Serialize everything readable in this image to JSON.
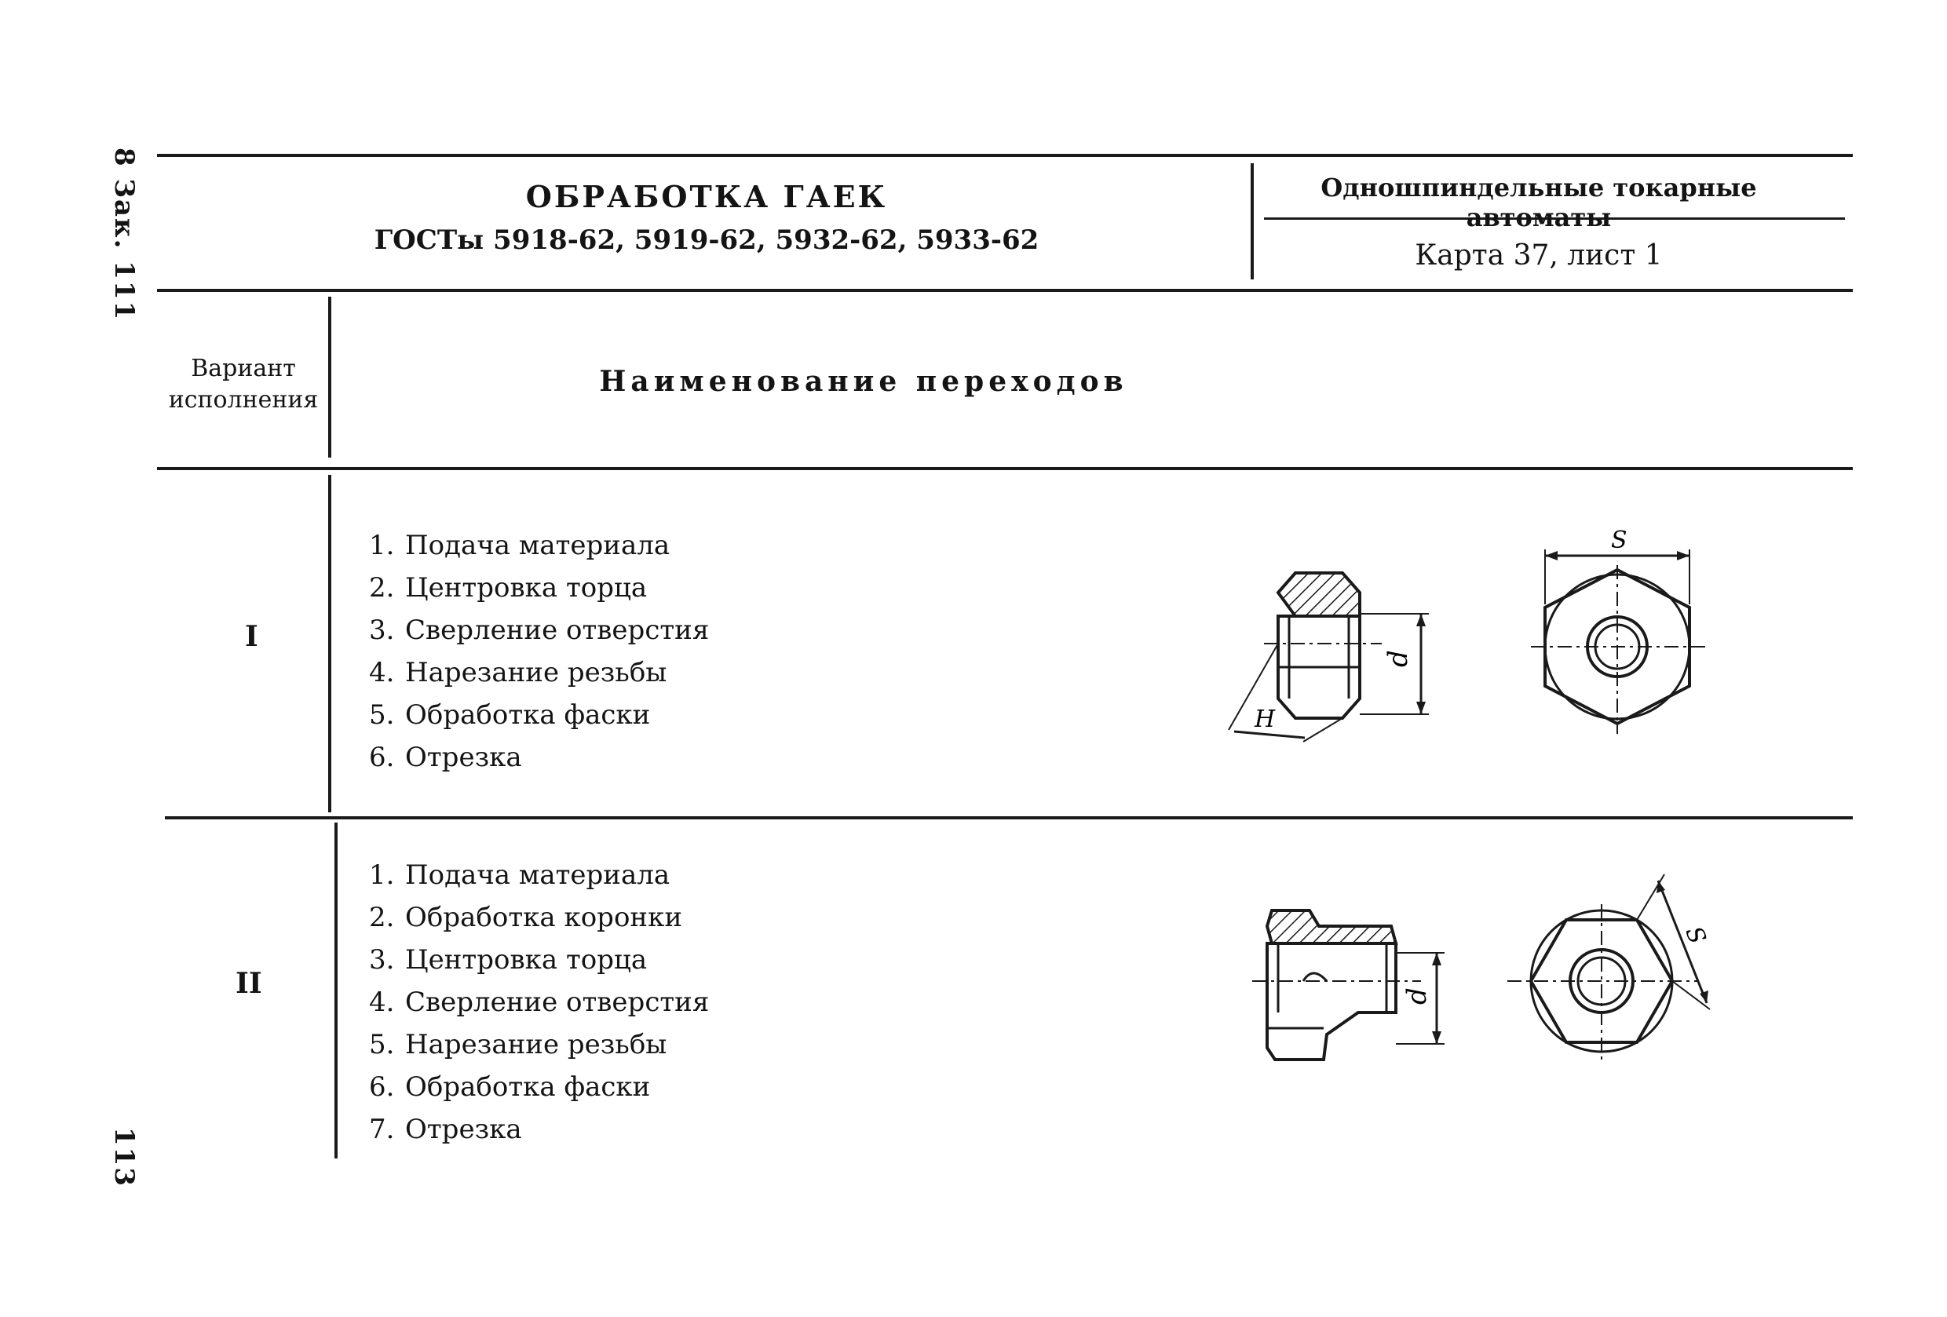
{
  "margin": {
    "top_text": "8 Зак. 111",
    "page_number": "113"
  },
  "header": {
    "title": "ОБРАБОТКА ГАЕК",
    "standards": "ГОСТы 5918-62, 5919-62, 5932-62, 5933-62",
    "machine": "Одношпиндельные токарные автоматы",
    "card": "Карта 37, лист 1"
  },
  "columns": {
    "variant_line1": "Вариант",
    "variant_line2": "исполнения",
    "operations": "Наименование переходов"
  },
  "variants": [
    {
      "id": "I",
      "steps": [
        {
          "n": "1.",
          "text": "Подача материала"
        },
        {
          "n": "2.",
          "text": "Центровка торца"
        },
        {
          "n": "3.",
          "text": "Сверление отверстия"
        },
        {
          "n": "4.",
          "text": "Нарезание резьбы"
        },
        {
          "n": "5.",
          "text": "Обработка фаски"
        },
        {
          "n": "6.",
          "text": "Отрезка"
        }
      ],
      "dims": {
        "width": "S",
        "height": "H",
        "diameter": "d"
      }
    },
    {
      "id": "II",
      "steps": [
        {
          "n": "1.",
          "text": "Подача материала"
        },
        {
          "n": "2.",
          "text": "Обработка коронки"
        },
        {
          "n": "3.",
          "text": "Центровка торца"
        },
        {
          "n": "4.",
          "text": "Сверление отверстия"
        },
        {
          "n": "5.",
          "text": "Нарезание резьбы"
        },
        {
          "n": "6.",
          "text": "Обработка фаски"
        },
        {
          "n": "7.",
          "text": "Отрезка"
        }
      ],
      "dims": {
        "width": "S",
        "diameter": "d"
      }
    }
  ]
}
